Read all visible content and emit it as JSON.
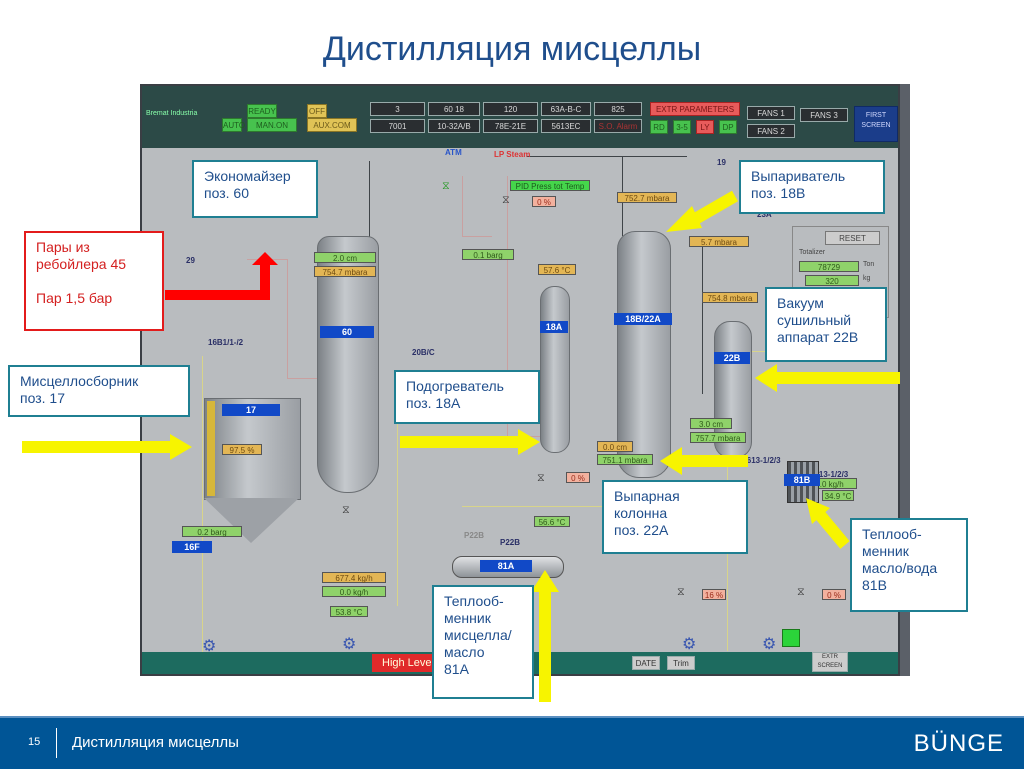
{
  "slide": {
    "title": "Дистилляция мисцеллы",
    "page_number": "15",
    "footer_title": "Дистилляция мисцеллы",
    "logo_text": "BÜNGE"
  },
  "hmi_header": {
    "left_label": "Bremat Industria",
    "ready_label": "READY",
    "off_label": "OFF",
    "buttons_row2": [
      "AUTO",
      "MAN.ON",
      "AUX.COM"
    ],
    "grid_row1": [
      "3",
      "60 18",
      "120",
      "63A-B-C",
      "825"
    ],
    "grid_row2": [
      "7001",
      "10-32A/B",
      "78E-21E",
      "5613EC",
      "S.O. Alarm"
    ],
    "extr_parameters": "EXTR PARAMETERS",
    "mode_buttons": [
      "RD",
      "3-5",
      "LY",
      "DP"
    ],
    "fans": [
      "FANS 1",
      "FANS 2",
      "FANS 3"
    ],
    "first_screen": "FIRST SCREEN"
  },
  "hmi_diagram": {
    "line_labels": {
      "atm": "ATM",
      "lp_steam": "LP Steam",
      "line_29": "29",
      "line_19": "19",
      "line_23a": "23A",
      "line_16b1": "16B1/1-/2",
      "line_20b": "20B/C",
      "p5613": "P5613-1/2/3",
      "s5613": "5613-1/2/3",
      "p22b_a": "P22B",
      "p22b_b": "P22B"
    },
    "pid_label": "PID Press tot Temp",
    "vessels": {
      "v60": "60",
      "v17": "17",
      "v18a": "18A",
      "v18b22a": "18B/22A",
      "v22b": "22B",
      "v16f": "16F",
      "v81a": "81A",
      "v81b": "81B"
    },
    "readings": {
      "eco_level": "2.0  cm",
      "eco_press": "754.7  mbara",
      "steam_press": "0.1  barg",
      "valve_ftc_top": "0 %",
      "heater_temp": "57.6 °C",
      "evap_press": "752.7  mbara",
      "vac_23a": "5.7  mbara",
      "dryer_press": "754.8  mbara",
      "tank17_level": "97.5 %",
      "col_level": "0.0  cm",
      "col_press": "751.1  mbara",
      "valve_ftc_mid": "0 %",
      "oil_temp": "56.6 °C",
      "p16f_press": "0.2  barg",
      "flow_1": "677.4  kg/h",
      "flow_2": "0.0  kg/h",
      "temp_bottom": "53.8 °C",
      "dryer_level": "3.0  cm",
      "dryer_press2": "757.7  mbara",
      "flow_5613": "0.0  kg/h",
      "cooler_temp": "34.9 °C",
      "valve_ftc_b1": "16 %",
      "valve_ftc_b2": "0 %",
      "totalizer_1": "78729",
      "totalizer_2": "320"
    },
    "totalizer": {
      "title": "Totalizer",
      "unit1": "Ton",
      "unit2": "kg",
      "reset": "RESET"
    },
    "alarm_text": "High Level",
    "bottom_buttons": [
      "DATE",
      "Trim",
      "EXTR SCREEN"
    ]
  },
  "callouts": {
    "economizer": [
      "Экономайзер",
      "поз. 60"
    ],
    "reboiler": [
      "Пары из",
      "ребойлера 45",
      "",
      "Пар 1,5 бар"
    ],
    "miscella_tank": [
      "Мисцеллосборник",
      "поз. 17"
    ],
    "heater": [
      "Подогреватель",
      "поз. 18А"
    ],
    "evaporator": [
      "Выпариватель",
      "поз. 18В"
    ],
    "vacuum_dryer": [
      "Вакуум",
      "сушильный",
      "аппарат 22В"
    ],
    "evap_column": [
      "Выпарная",
      "колонна",
      "поз. 22А"
    ],
    "hx_oil_water": [
      "Теплооб-",
      "менник",
      "масло/вода",
      "81В"
    ],
    "hx_miscella_oil": [
      "Теплооб-",
      "менник",
      "мисцелла/",
      "масло",
      "81А"
    ]
  },
  "colors": {
    "title_blue": "#1f4e8c",
    "footer_blue": "#005596",
    "callout_border": "#1f7f92",
    "callout_red": "#e31b1b",
    "arrow_yellow": "#f7f400",
    "arrow_red": "#ff0000"
  }
}
